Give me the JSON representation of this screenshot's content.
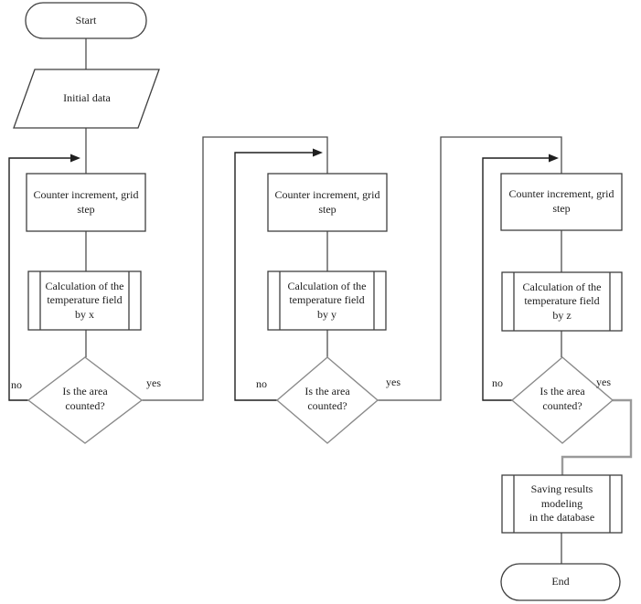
{
  "flowchart": {
    "start_label": "Start",
    "initial_data_label": "Initial data",
    "columns": [
      {
        "counter_label": "Counter increment, grid\nstep",
        "calc_label": "Calculation of the\ntemperature field\nby x",
        "decision_label": "Is the area\ncounted?",
        "no_label": "no",
        "yes_label": "yes"
      },
      {
        "counter_label": "Counter increment, grid\nstep",
        "calc_label": "Calculation of the\ntemperature field\nby y",
        "decision_label": "Is the area\ncounted?",
        "no_label": "no",
        "yes_label": "yes"
      },
      {
        "counter_label": "Counter increment, grid\nstep",
        "calc_label": "Calculation of the\ntemperature field\nby z",
        "decision_label": "Is the area\ncounted?",
        "no_label": "no",
        "yes_label": "yes"
      }
    ],
    "saving_label": "Saving results\nmodeling\nin the database",
    "end_label": "End",
    "colors": {
      "background": "#ffffff",
      "box_stroke": "#3f3f3f",
      "diamond_stroke": "#8a8a8a",
      "connector": "#4d4d4d",
      "loop_connector": "#1f1f1f",
      "merge_connector": "#9a9a9a",
      "text": "#1d1d1d"
    }
  }
}
